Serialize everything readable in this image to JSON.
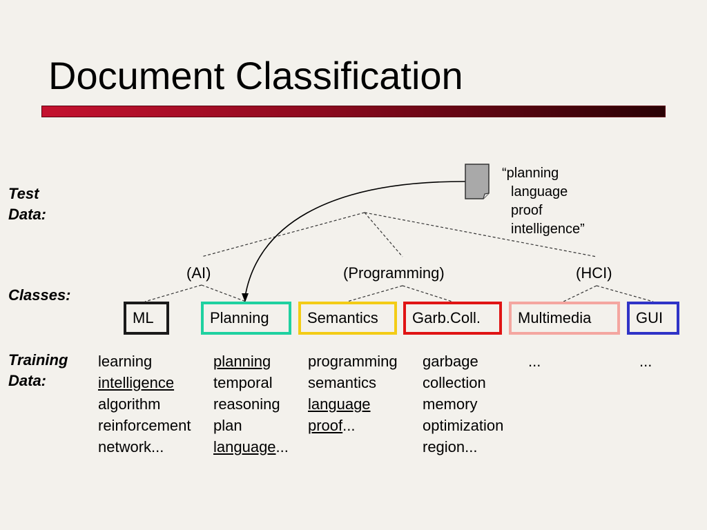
{
  "title": "Document Classification",
  "colors": {
    "title_bar_start": "#c4122f",
    "title_bar_end": "#2a0205",
    "box_ml": "#1a1a1a",
    "box_planning": "#1fd1a0",
    "box_semantics": "#f3cc16",
    "box_garb": "#e01414",
    "box_multimedia": "#f4a6a0",
    "box_gui": "#2f33c7"
  },
  "labels": {
    "test_line1": "Test",
    "test_line2": "Data:",
    "classes": "Classes:",
    "training_line1": "Training",
    "training_line2": "Data:"
  },
  "test_document": {
    "icon": "document-icon",
    "lines": [
      "“planning",
      "language",
      "proof",
      "intelligence”"
    ]
  },
  "groups": [
    "(AI)",
    "(Programming)",
    "(HCI)"
  ],
  "classes": [
    "ML",
    "Planning",
    "Semantics",
    "Garb.Coll.",
    "Multimedia",
    "GUI"
  ],
  "training": {
    "ml": {
      "w1": "learning",
      "w2": "intelligence",
      "w3": "algorithm",
      "w4": "reinforcement",
      "w5": "network..."
    },
    "planning": {
      "w1": "planning",
      "w2": "temporal",
      "w3": "reasoning",
      "w4": "plan",
      "w5": "language",
      "w5_suffix": "..."
    },
    "semantics": {
      "w1": "programming",
      "w2": "semantics",
      "w3": "language",
      "w4": "proof",
      "w4_suffix": "..."
    },
    "garb": {
      "w1": "garbage",
      "w2": "collection",
      "w3": "memory",
      "w4": "optimization",
      "w5": "region..."
    },
    "multimedia": {
      "w1": "..."
    },
    "gui": {
      "w1": "..."
    }
  }
}
